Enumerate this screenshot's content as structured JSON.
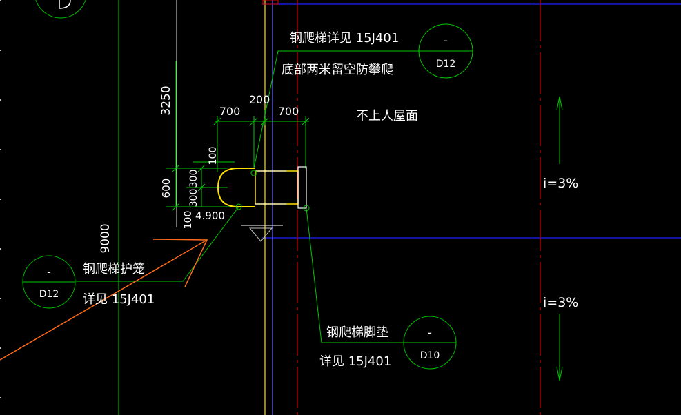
{
  "colors": {
    "background": "#000000",
    "white": "#ffffff",
    "green": "#00c800",
    "red": "#d40000",
    "blue": "#2020ff",
    "orange": "#ff6a1a",
    "yellow": "#ffe000",
    "gray": "#c0c0c0"
  },
  "dimensions": {
    "d3250": "3250",
    "d9000": "9000",
    "d600": "600",
    "d300a": "300",
    "d300b": "300",
    "d100a": "100",
    "d100b": "100",
    "d700a": "700",
    "d700b": "700",
    "d200": "200",
    "level": "4.900"
  },
  "annotations": {
    "ladder_detail": "钢爬梯详见  15J401",
    "bottom_note": "底部两米留空防攀爬",
    "roof_note": "不上人屋面",
    "cage_line1": "钢爬梯护笼",
    "cage_line2": "详见 15J401",
    "foot_line1": "钢爬梯脚垫",
    "foot_line2": "详见 15J401",
    "slope_top": "i=3%",
    "slope_bottom": "i=3%"
  },
  "detail_markers": {
    "top": {
      "upper": "-",
      "lower": "D12"
    },
    "left": {
      "upper": "-",
      "lower": "D12"
    },
    "bottom": {
      "upper": "-",
      "lower": "D10"
    }
  }
}
